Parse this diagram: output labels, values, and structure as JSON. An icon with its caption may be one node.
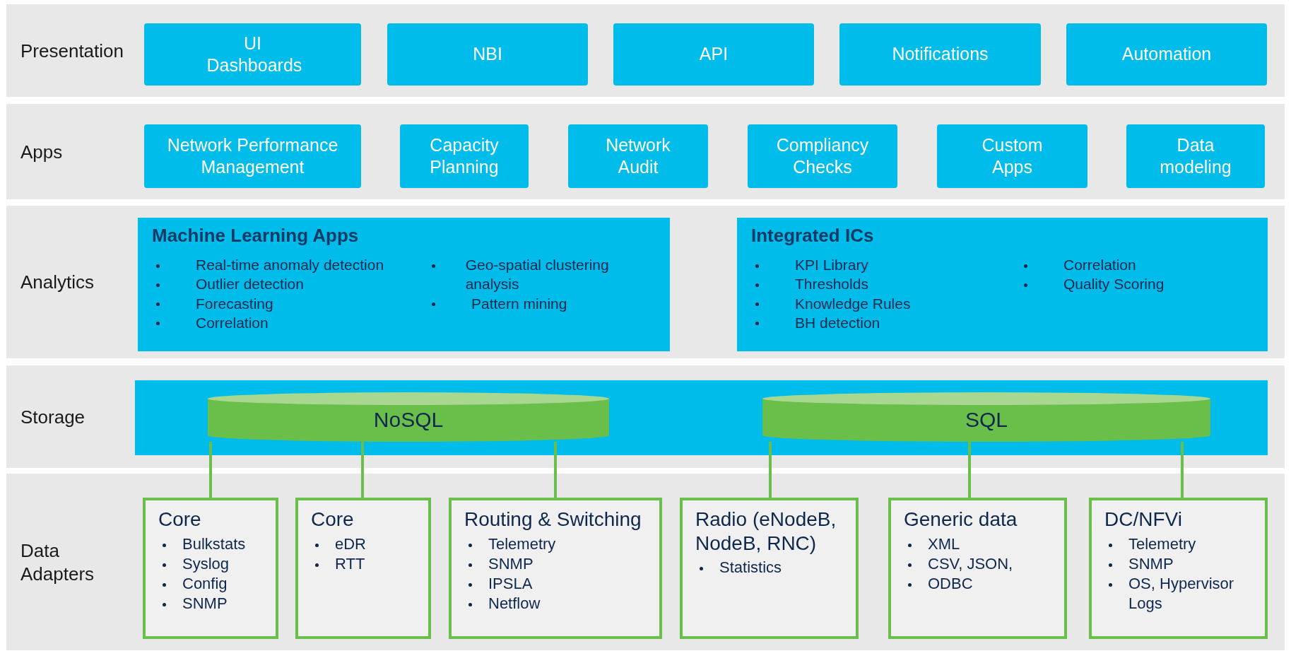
{
  "diagram": {
    "nodes": [
      {
        "text": [
          "Presentation"
        ]
      },
      {
        "text": [
          "UI Dashboards"
        ],
        "in": 0
      },
      {
        "text": [
          "NBI"
        ],
        "in": 0
      },
      {
        "text": [
          "API"
        ],
        "in": 0
      },
      {
        "text": [
          "Notifications"
        ],
        "in": 0
      },
      {
        "text": [
          "Automation"
        ],
        "in": 0
      },
      {
        "text": [
          "Apps"
        ]
      },
      {
        "text": [
          "Network Performance Management"
        ],
        "in": 6
      },
      {
        "text": [
          "Capacity Planning"
        ],
        "in": 6
      },
      {
        "text": [
          "Network Audit"
        ],
        "in": 6
      },
      {
        "text": [
          "Compliancy Checks"
        ],
        "in": 6
      },
      {
        "text": [
          "Custom Apps"
        ],
        "in": 6
      },
      {
        "text": [
          "Data modeling"
        ],
        "in": 6
      },
      {
        "text": [
          "Analytics"
        ]
      },
      {
        "text": [
          "Machine Learning Apps",
          "Real-time anomaly detection",
          "Outlier detection",
          "Forecasting",
          "Correlation",
          "Geo-spatial clustering analysis",
          "Pattern mining"
        ],
        "in": 13
      },
      {
        "text": [
          "Integrated ICs",
          "KPI Library",
          "Thresholds",
          "Knowledge Rules",
          "BH detection",
          "Correlation",
          "Quality Scoring"
        ],
        "in": 13
      },
      {
        "text": [
          "Storage"
        ]
      },
      {
        "text": [
          "NoSQL"
        ],
        "in": 16
      },
      {
        "text": [
          "SQL"
        ],
        "in": 16
      },
      {
        "text": [
          "Data Adapters"
        ]
      },
      {
        "text": [
          "Core",
          "Bulkstats",
          "Syslog",
          "Config",
          "SNMP"
        ],
        "in": 19
      },
      {
        "text": [
          "Core",
          "eDR",
          "RTT"
        ],
        "in": 19
      },
      {
        "text": [
          "Routing & Switching",
          "Telemetry",
          "SNMP",
          "IPSLA",
          "Netflow"
        ],
        "in": 19
      },
      {
        "text": [
          "Radio (eNodeB, NodeB, RNC)",
          "Statistics"
        ],
        "in": 19
      },
      {
        "text": [
          "Generic data",
          "XML",
          "CSV, JSON,",
          "ODBC"
        ],
        "in": 19
      },
      {
        "text": [
          "DC/NFVi",
          "Telemetry",
          "SNMP",
          "OS, Hypervisor Logs"
        ],
        "in": 19
      }
    ],
    "edges": [
      {
        "from": 17,
        "to": 20,
        "arrow": "none",
        "color": "#6abf4b"
      },
      {
        "from": 17,
        "to": 21,
        "arrow": "none",
        "color": "#6abf4b"
      },
      {
        "from": 17,
        "to": 22,
        "arrow": "none",
        "color": "#6abf4b"
      },
      {
        "from": 18,
        "to": 23,
        "arrow": "none",
        "color": "#6abf4b"
      },
      {
        "from": 18,
        "to": 24,
        "arrow": "none",
        "color": "#6abf4b"
      },
      {
        "from": 18,
        "to": 25,
        "arrow": "none",
        "color": "#6abf4b"
      }
    ]
  }
}
